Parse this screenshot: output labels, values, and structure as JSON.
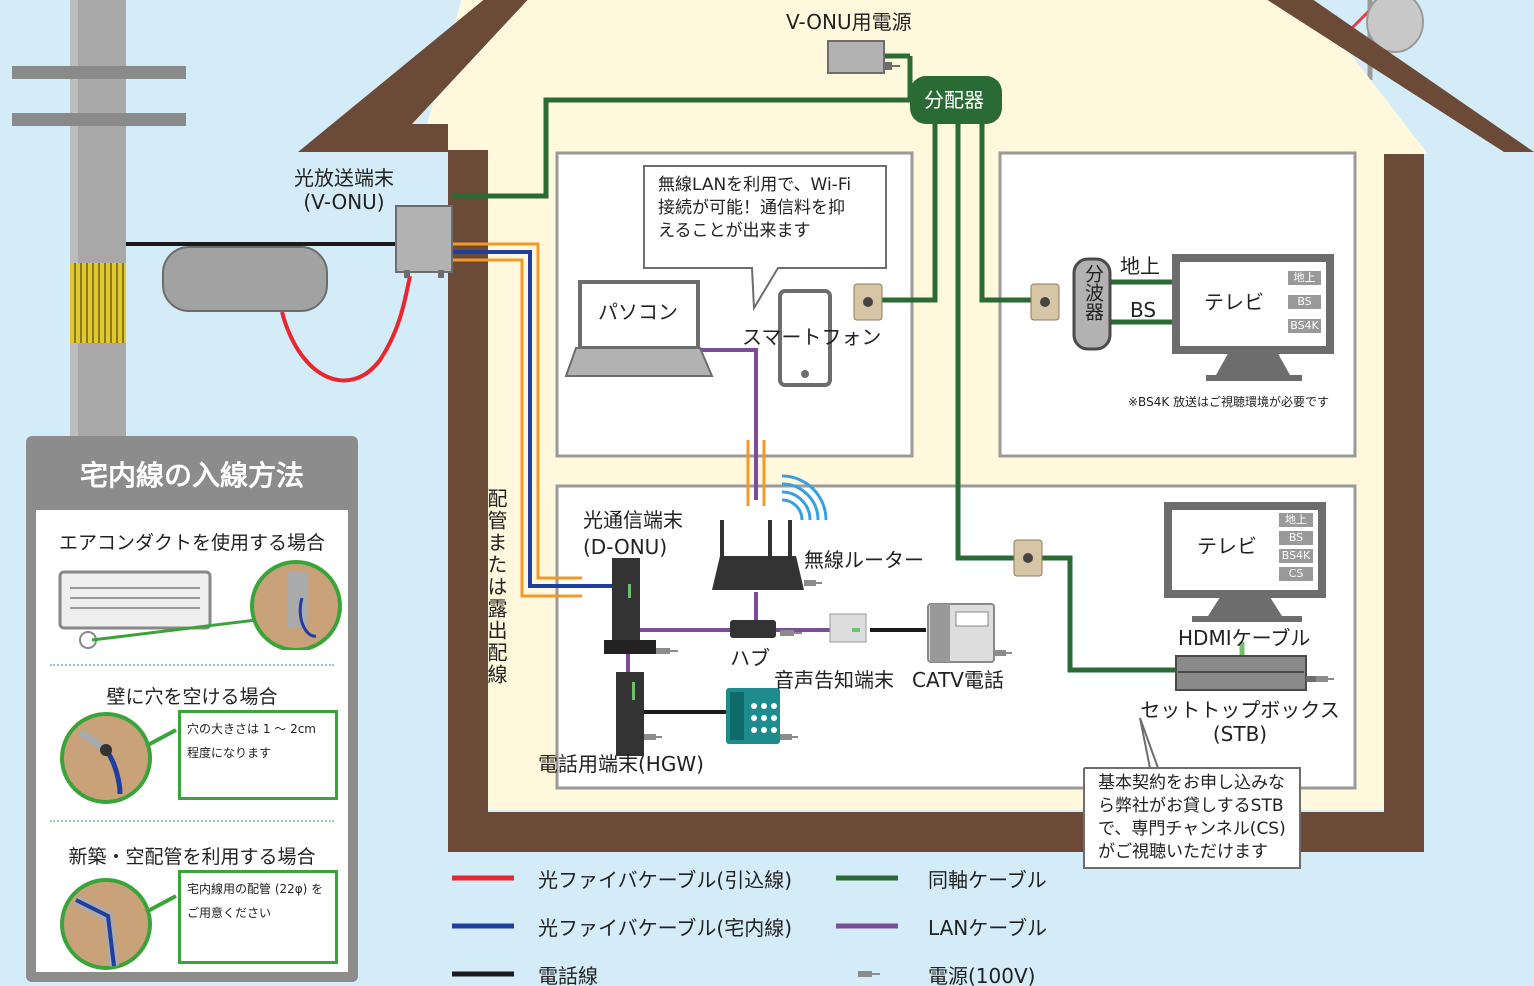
{
  "colors": {
    "fiber_dropline": "#e8262e",
    "fiber_indoor": "#1f3f9e",
    "phone_line": "#1a1a1a",
    "coax": "#2a6a34",
    "lan": "#7a4c99",
    "conduit": "#f39a2a",
    "house_wall": "#6b4a38",
    "house_fill": "#fff8dc",
    "sky": "#d4ecf7"
  },
  "labels": {
    "v_onu_power": "V-ONU用電源",
    "splitter": "分配器",
    "v_onu_line1": "光放送端末",
    "v_onu_line2": "(V-ONU)",
    "bubble_wifi": "無線LANを利用で、Wi-Fi\n接続が可能！通信料を抑\nえることが出来ます",
    "pc": "パソコン",
    "smartphone": "スマートフォン",
    "demux": "分波器",
    "terrestrial": "地上",
    "bs": "BS",
    "tv": "テレビ",
    "bs4k_note": "※BS4K 放送はご視聴環境が必要です",
    "conduit_vertical": "配管または露出配線",
    "d_onu_line1": "光通信端末",
    "d_onu_line2": "(D-ONU)",
    "wifi_router": "無線ルーター",
    "hub": "ハブ",
    "voice_alert": "音声告知端末",
    "catv_phone": "CATV電話",
    "hgw": "電話用端末(HGW)",
    "hdmi": "HDMIケーブル",
    "stb_line1": "セットトップボックス",
    "stb_line2": "(STB)",
    "bubble_stb": "基本契約をお申し込みな\nら弊社がお貸しするSTB\nで、専門チャンネル(CS)\nがご視聴いただけます"
  },
  "tv1_tags": [
    "地上",
    "BS",
    "BS4K"
  ],
  "tv2_tags": [
    "地上",
    "BS",
    "BS4K",
    "CS"
  ],
  "panel": {
    "title": "宅内線の入線方法",
    "sections": [
      {
        "title": "エアコンダクトを使用する場合",
        "note": ""
      },
      {
        "title": "壁に穴を空ける場合",
        "note": "穴の大きさは 1 ～ 2cm\n程度になります"
      },
      {
        "title": "新築・空配管を利用する場合",
        "note": "宅内線用の配管 (22φ) を\nご用意ください"
      }
    ]
  },
  "legend": [
    {
      "label": "光ファイバケーブル(引込線)",
      "color": "#e8262e"
    },
    {
      "label": "光ファイバケーブル(宅内線)",
      "color": "#1f3f9e"
    },
    {
      "label": "電話線",
      "color": "#1a1a1a"
    },
    {
      "label": "同軸ケーブル",
      "color": "#2a6a34"
    },
    {
      "label": "LANケーブル",
      "color": "#7a4c99"
    },
    {
      "label": "電源(100V)",
      "color": "#8c8c8c"
    }
  ]
}
